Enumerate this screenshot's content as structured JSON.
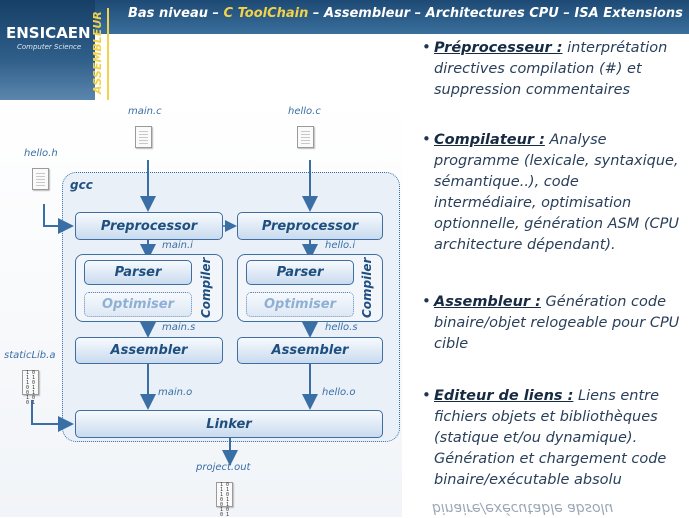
{
  "header": {
    "title_prefix": "Bas niveau – ",
    "title_highlight": "C ToolChain",
    "title_suffix": " – Assembleur – Architectures CPU – ISA Extensions"
  },
  "logo": {
    "name": "ENSICAEN",
    "subtitle": "Computer Science"
  },
  "section_label": "ASSEMBLEUR",
  "diagram": {
    "files": {
      "main_c": "main.c",
      "hello_c": "hello.c",
      "hello_h": "hello.h",
      "static_lib": "staticLib.a",
      "project_out": "project.out"
    },
    "gcc_label": "gcc",
    "preprocessor": "Preprocessor",
    "parser": "Parser",
    "optimiser": "Optimiser",
    "compiler": "Compiler",
    "assembler": "Assembler",
    "linker": "Linker",
    "intermediates": {
      "main_i": "main.i",
      "hello_i": "hello.i",
      "main_s": "main.s",
      "hello_s": "hello.s",
      "main_o": "main.o",
      "hello_o": "hello.o"
    },
    "binary_glyph": "1 0 1 1 1 0 0 1 0 1 1 0 0 1"
  },
  "bullets": [
    {
      "term": "Préprocesseur :",
      "text": " interprétation directives compilation (#) et suppression commentaires"
    },
    {
      "term": "Compilateur :",
      "text": " Analyse programme (lexicale, syntaxique, sémantique..), code intermédiaire, optimisation optionnelle, génération ASM (CPU architecture dépendant)."
    },
    {
      "term": "Assembleur :",
      "text": " Génération code binaire/objet relogeable pour CPU cible"
    },
    {
      "term": "Editeur de liens :",
      "text": " Liens entre fichiers objets et bibliothèques (statique et/ou dynamique). Génération et chargement code binaire/exécutable absolu"
    }
  ],
  "reflection_text": "binaire/exécutable absolu",
  "colors": {
    "header": "#2a5f8f",
    "accent": "#f2d24a",
    "box_border": "#3f6fa2",
    "box_text": "#1f4f7f"
  }
}
